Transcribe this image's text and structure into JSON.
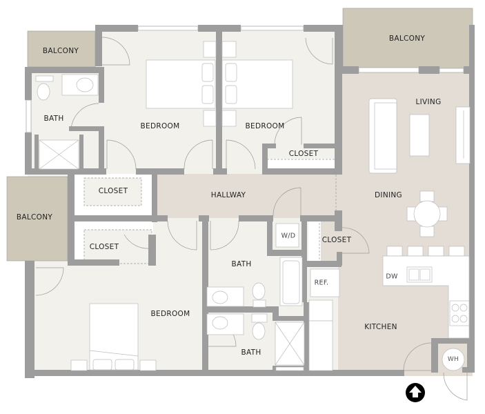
{
  "floorplan": {
    "colors": {
      "wall": "#9d9d9d",
      "room_floor": "#f2f1ec",
      "living_floor": "#e4ddd6",
      "balcony": "#cdc8b8",
      "closet": "#f2f1ec",
      "furniture": "#ffffff",
      "line": "#b8b8b8",
      "entry_marker": "#000000"
    },
    "rooms": {
      "balcony_nw": "BALCONY",
      "bath_nw": "BATH",
      "bedroom_n1": "BEDROOM",
      "bedroom_n2": "BEDROOM",
      "closet_n2": "CLOSET",
      "balcony_ne": "BALCONY",
      "living": "LIVING",
      "closet_w1": "CLOSET",
      "hallway": "HALLWAY",
      "dining": "DINING",
      "balcony_w": "BALCONY",
      "closet_w2": "CLOSET",
      "wd": "W/D",
      "closet_c": "CLOSET",
      "bath_c": "BATH",
      "ref": "REF.",
      "dw": "DW",
      "bedroom_sw": "BEDROOM",
      "kitchen": "KITCHEN",
      "bath_s": "BATH",
      "wh": "WH"
    },
    "entry_icon": "entry-arrow-icon"
  }
}
